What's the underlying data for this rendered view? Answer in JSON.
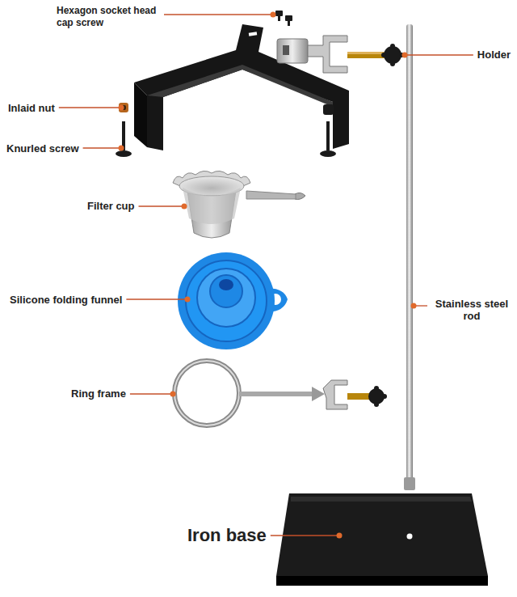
{
  "diagram": {
    "labels": [
      "Hexagon socket head cap screw",
      "Holder",
      "Inlaid nut",
      "Knurled screw",
      "Filter cup",
      "Silicone folding funnel",
      "Stainless steel rod",
      "Ring frame",
      "Iron base"
    ]
  }
}
